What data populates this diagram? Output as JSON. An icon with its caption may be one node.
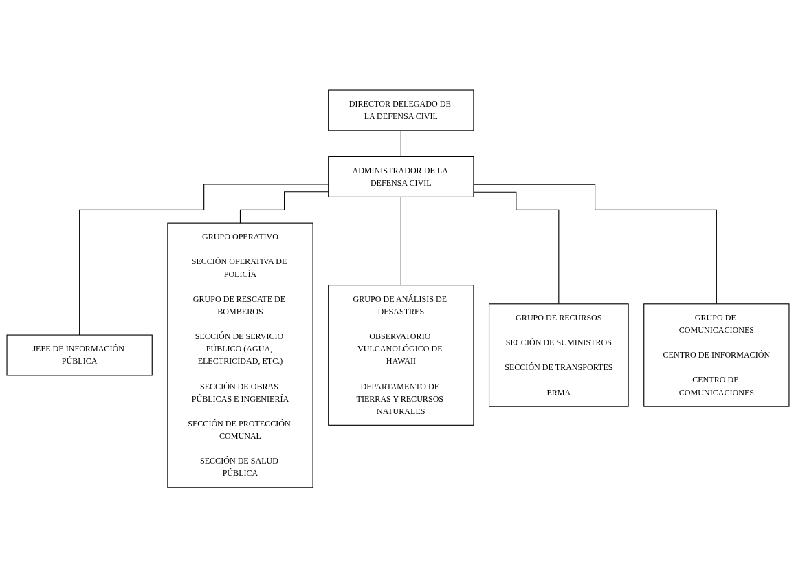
{
  "diagram": {
    "nodes": [
      {
        "text": [
          "DIRECTOR DELEGADO DE LA DEFENSA CIVIL"
        ]
      },
      {
        "text": [
          "ADMINISTRADOR DE LA DEFENSA CIVIL"
        ]
      },
      {
        "text": [
          "JEFE DE INFORMACIÓN PÚBLICA"
        ]
      },
      {
        "text": [
          "GRUPO OPERATIVO",
          "SECCIÓN OPERATIVA DE POLICÍA",
          "GRUPO DE RESCATE DE BOMBEROS",
          "SECCIÓN DE SERVICIO PÚBLICO (AGUA, ELECTRICIDAD, ETC.)",
          "SECCIÓN DE OBRAS PÚBLICAS E INGENIERÍA",
          "SECCIÓN DE PROTECCIÓN COMUNAL",
          "SECCIÓN DE SALUD PÚBLICA"
        ]
      },
      {
        "text": [
          "GRUPO DE ANÁLISIS DE DESASTRES",
          "OBSERVATORIO VULCANOLÓGICO DE HAWAII",
          "DEPARTAMENTO DE TIERRAS Y RECURSOS NATURALES"
        ]
      },
      {
        "text": [
          "GRUPO DE RECURSOS",
          "SECCIÓN DE SUMINISTROS",
          "SECCIÓN DE TRANSPORTES",
          "ERMA"
        ]
      },
      {
        "text": [
          "GRUPO DE COMUNICACIONES",
          "CENTRO DE INFORMACIÓN",
          "CENTRO DE COMUNICACIONES"
        ]
      }
    ],
    "edges": [
      {
        "from": 0,
        "to": 1,
        "arrow": "none"
      },
      {
        "from": 1,
        "to": 2,
        "arrow": "none"
      },
      {
        "from": 1,
        "to": 3,
        "arrow": "none"
      },
      {
        "from": 1,
        "to": 4,
        "arrow": "none"
      },
      {
        "from": 1,
        "to": 5,
        "arrow": "none"
      },
      {
        "from": 1,
        "to": 6,
        "arrow": "none"
      }
    ]
  }
}
